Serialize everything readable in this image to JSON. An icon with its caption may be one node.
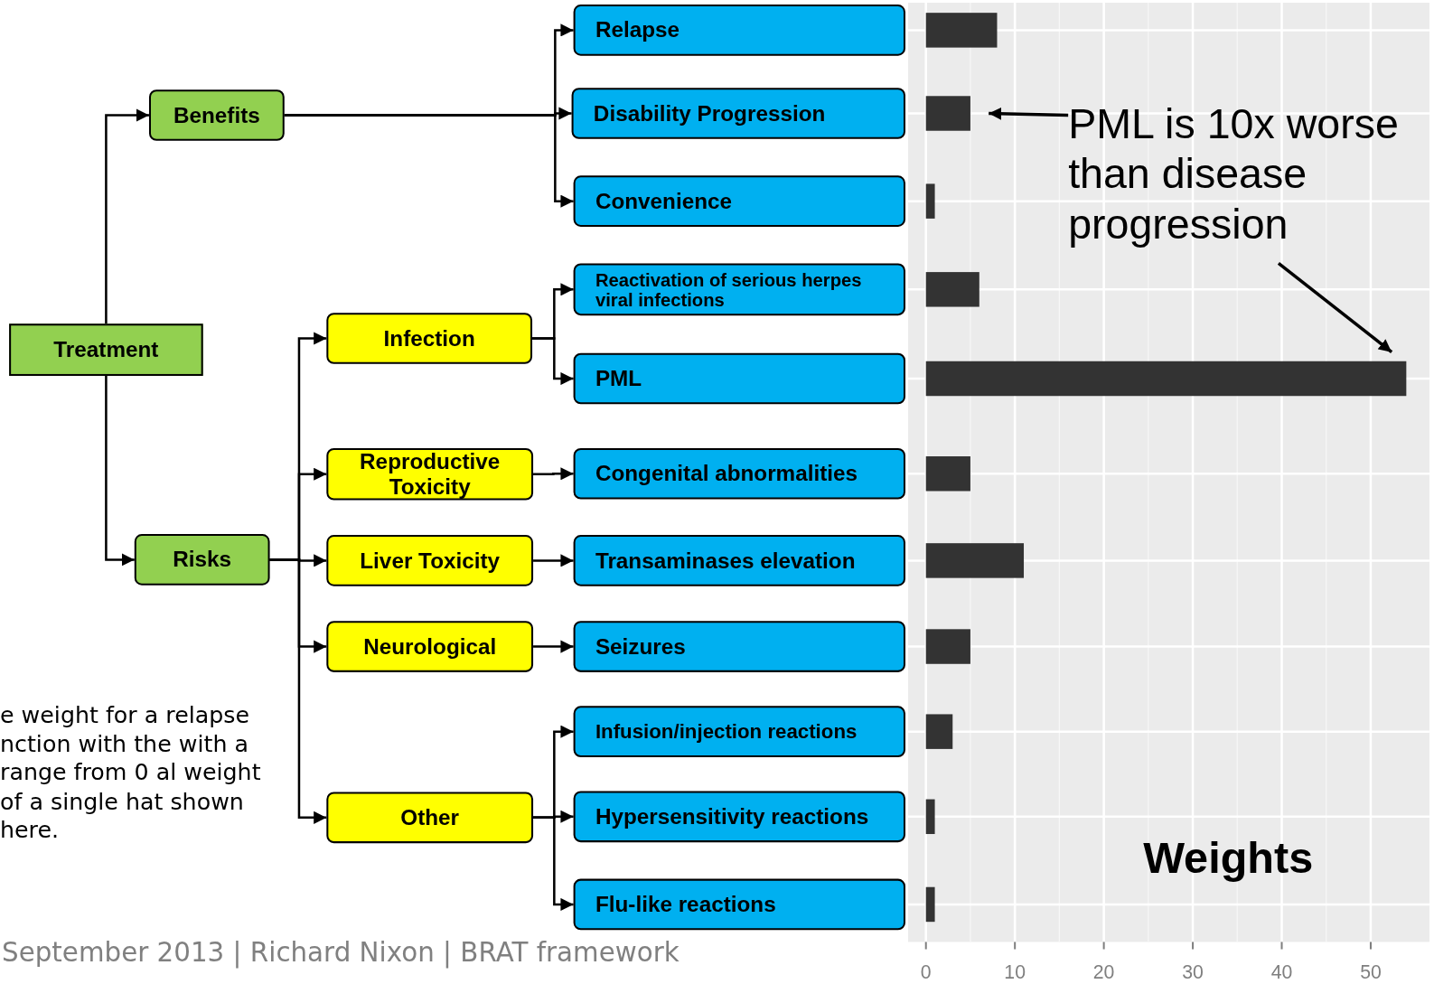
{
  "diagram": {
    "nodes": [
      {
        "text": [
          "Treatment"
        ]
      },
      {
        "text": [
          "Benefits"
        ]
      },
      {
        "text": [
          "Risks"
        ]
      },
      {
        "text": [
          "Relapse"
        ]
      },
      {
        "text": [
          "Disability Progression"
        ]
      },
      {
        "text": [
          "Convenience"
        ]
      },
      {
        "text": [
          "Infection"
        ]
      },
      {
        "text": [
          "Reproductive Toxicity"
        ]
      },
      {
        "text": [
          "Liver Toxicity"
        ]
      },
      {
        "text": [
          "Neurological"
        ]
      },
      {
        "text": [
          "Other"
        ]
      },
      {
        "text": [
          "Reactivation of serious herpes viral infections"
        ]
      },
      {
        "text": [
          "PML"
        ]
      },
      {
        "text": [
          "Congenital abnormalities"
        ]
      },
      {
        "text": [
          "Transaminases elevation"
        ]
      },
      {
        "text": [
          "Seizures"
        ]
      },
      {
        "text": [
          "Infusion/injection reactions"
        ]
      },
      {
        "text": [
          "Hypersensitivity reactions"
        ]
      },
      {
        "text": [
          "Flu-like reactions"
        ]
      },
      {
        "text": [
          "PML is 10x worse than disease progression"
        ]
      }
    ],
    "edges": [
      {
        "from": 0,
        "to": 1,
        "arrow": "to"
      },
      {
        "from": 0,
        "to": 2,
        "arrow": "to"
      },
      {
        "from": 1,
        "to": 3,
        "arrow": "to"
      },
      {
        "from": 1,
        "to": 4,
        "arrow": "to"
      },
      {
        "from": 1,
        "to": 5,
        "arrow": "to"
      },
      {
        "from": 2,
        "to": 6,
        "arrow": "to"
      },
      {
        "from": 2,
        "to": 7,
        "arrow": "to"
      },
      {
        "from": 2,
        "to": 8,
        "arrow": "to"
      },
      {
        "from": 2,
        "to": 9,
        "arrow": "to"
      },
      {
        "from": 2,
        "to": 10,
        "arrow": "to"
      },
      {
        "from": 6,
        "to": 11,
        "arrow": "to"
      },
      {
        "from": 6,
        "to": 12,
        "arrow": "to"
      },
      {
        "from": 7,
        "to": 13,
        "arrow": "to"
      },
      {
        "from": 8,
        "to": 14,
        "arrow": "to"
      },
      {
        "from": 9,
        "to": 15,
        "arrow": "to"
      },
      {
        "from": 10,
        "to": 16,
        "arrow": "to"
      },
      {
        "from": 10,
        "to": 17,
        "arrow": "to"
      },
      {
        "from": 10,
        "to": 18,
        "arrow": "to"
      },
      {
        "from": 19,
        "to": 4,
        "arrow": "to"
      },
      {
        "from": 19,
        "to": 12,
        "arrow": "to"
      }
    ],
    "labels": [
      "e weight for a relapse nction with the with a range from 0 al weight of a single hat shown here.",
      "September 2013 | Richard Nixon | BRAT framework"
    ],
    "chart_data": {
      "type": "bar",
      "orientation": "horizontal",
      "title": "Weights",
      "values": [
        8,
        5,
        1,
        6,
        54,
        5,
        11,
        5,
        3,
        1,
        1
      ],
      "xticks": [
        0,
        10,
        20,
        30,
        40,
        50
      ],
      "xlim": [
        -2,
        56.6
      ],
      "grid": true
    }
  }
}
